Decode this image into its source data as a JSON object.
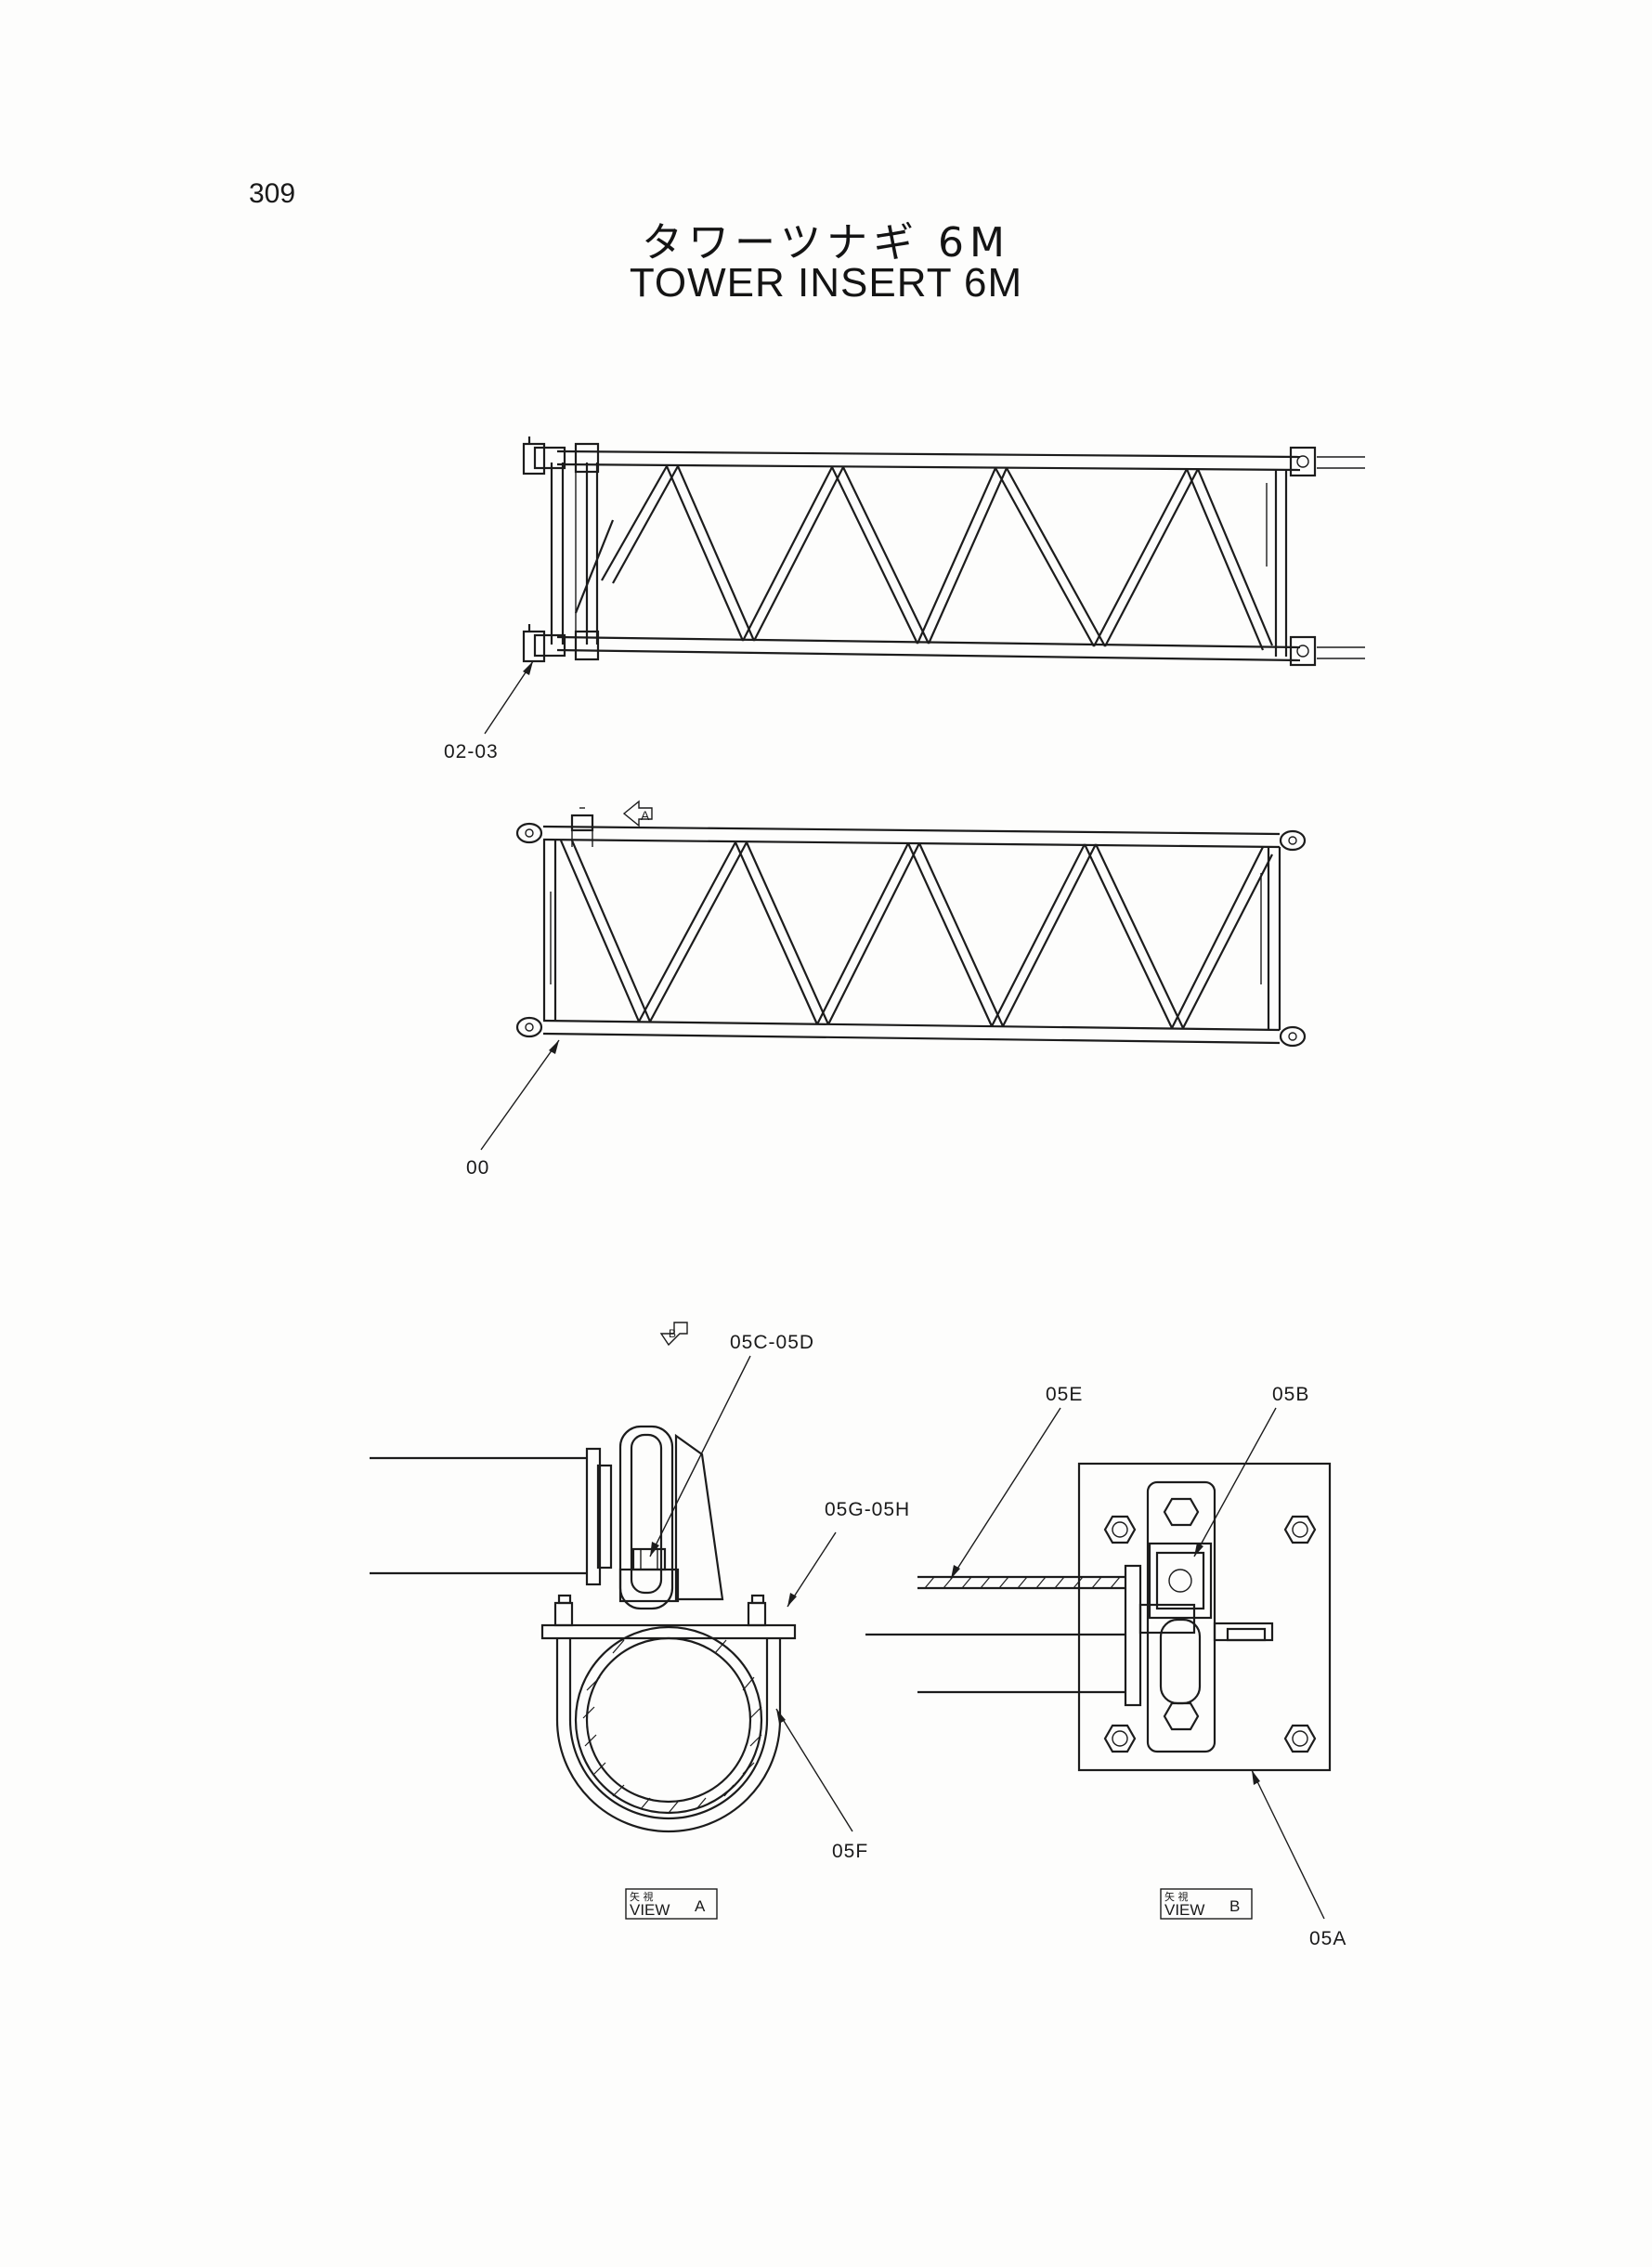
{
  "page_number": "309",
  "title_jp": "タワーツナギ 6M",
  "title_en": "TOWER INSERT 6M",
  "callouts": {
    "top_truss": "02-03",
    "middle_truss": "00",
    "view_a_bolt": "05C-05D",
    "view_a_nut": "05G-05H",
    "view_a_clamp": "05F",
    "view_b_tube": "05E",
    "view_b_bearing": "05B",
    "view_b_plate": "05A"
  },
  "view_markers": {
    "a_letter": "A",
    "b_letter": "B"
  },
  "view_labels": {
    "a_jp": "矢 視",
    "a_en": "VIEW",
    "a_letter": "A",
    "b_jp": "矢 視",
    "b_en": "VIEW",
    "b_letter": "B"
  }
}
